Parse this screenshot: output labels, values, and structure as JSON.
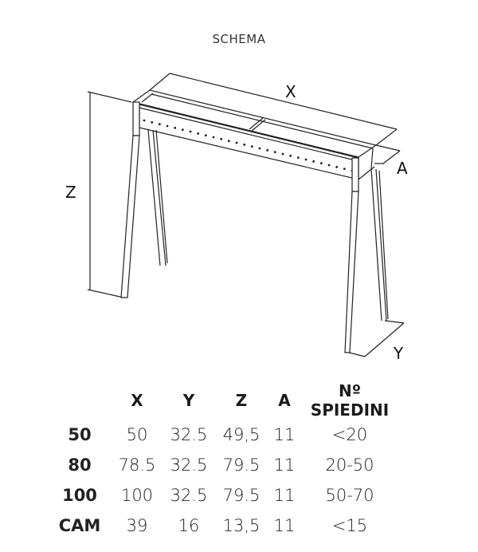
{
  "title": "SCHEMA",
  "diagram": {
    "labels": {
      "x": "X",
      "y": "Y",
      "z": "Z",
      "a": "A"
    },
    "hole_count": 28
  },
  "table": {
    "headers": [
      "",
      "X",
      "Y",
      "Z",
      "A",
      "Nº SPIEDINI"
    ],
    "rows": [
      [
        "50",
        "50",
        "32.5",
        "49,5",
        "11",
        "<20"
      ],
      [
        "80",
        "78.5",
        "32.5",
        "79.5",
        "11",
        "20-50"
      ],
      [
        "100",
        "100",
        "32.5",
        "79.5",
        "11",
        "50-70"
      ],
      [
        "CAM",
        "39",
        "16",
        "13,5",
        "11",
        "<15"
      ]
    ]
  }
}
